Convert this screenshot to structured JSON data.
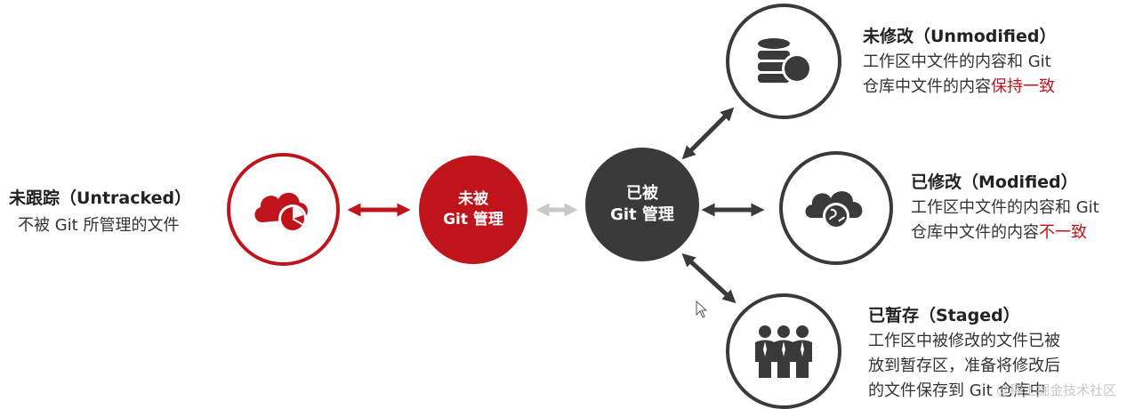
{
  "untracked": {
    "title": "未跟踪（Untracked）",
    "desc": "不被 Git 所管理的文件"
  },
  "not_managed": {
    "line1": "未被",
    "line2": "Git 管理"
  },
  "managed": {
    "line1": "已被",
    "line2": "Git 管理"
  },
  "unmodified": {
    "title": "未修改（Unmodified）",
    "desc_line1": "工作区中文件的内容和 Git",
    "desc_line2_prefix": "仓库中文件的内容",
    "desc_line2_highlight": "保持一致"
  },
  "modified": {
    "title": "已修改（Modified）",
    "desc_line1": "工作区中文件的内容和 Git",
    "desc_line2_prefix": "仓库中文件的内容",
    "desc_line2_highlight": "不一致"
  },
  "staged": {
    "title": "已暂存（Staged）",
    "desc_line1": "工作区中被修改的文件已被",
    "desc_line2": "放到暂存区，准备将修改后",
    "desc_line3": "的文件保存到 Git 仓库中"
  },
  "watermark": "@稀土掘金技术社区",
  "colors": {
    "accent": "#c0141c",
    "dark": "#3a3a3a",
    "arrow_light": "#c8c8c8"
  },
  "icons": {
    "untracked": "cloud-pie-icon",
    "unmodified": "database-icon",
    "modified": "cloud-globe-icon",
    "staged": "people-group-icon"
  }
}
